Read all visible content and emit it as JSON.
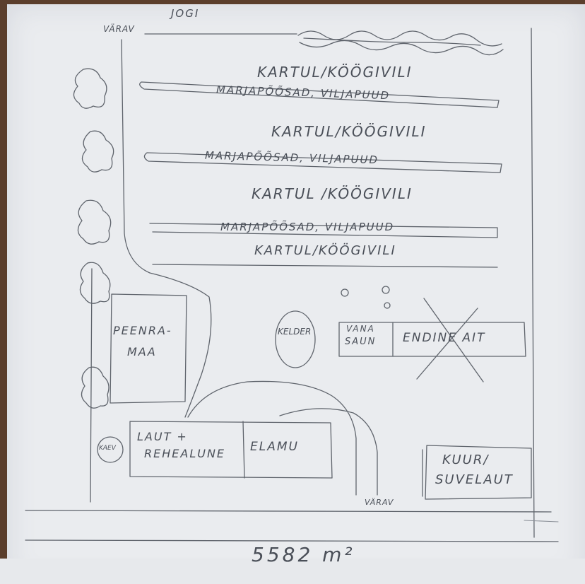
{
  "labels": {
    "river": "JOGI",
    "gate_top": "VÄRAV",
    "gate_bottom": "VÄRAV",
    "row1": "KARTUL/KÖÖGIVILI",
    "row2": "MARJAPÕÕSAD, VILJAPUUD",
    "row3": "KARTUL/KÖÖGIVILI",
    "row4": "MARJAPÕÕSAD, VILJAPUUD",
    "row5": "KARTUL /KÖÖGIVILI",
    "row6": "MARJAPÕÕSAD, VILJAPUUD",
    "row7": "KARTUL/KÖÖGIVILI",
    "flowerbed_line1": "PEENRA-",
    "flowerbed_line2": "MAA",
    "cellar": "KELDER",
    "old_sauna_line1": "VANA",
    "old_sauna_line2": "SAUN",
    "former_barn": "ENDINE AIT",
    "well": "KAEV",
    "barn_line1": "LAUT +",
    "barn_line2": "REHEALUNE",
    "house": "ELAMU",
    "shed_line1": "KUUR/",
    "shed_line2": "SUVELAUT",
    "area": "5582 m²"
  },
  "colors": {
    "paper": "#eaecef",
    "pencil": "#5f646c",
    "background": "#5b3e2c"
  }
}
